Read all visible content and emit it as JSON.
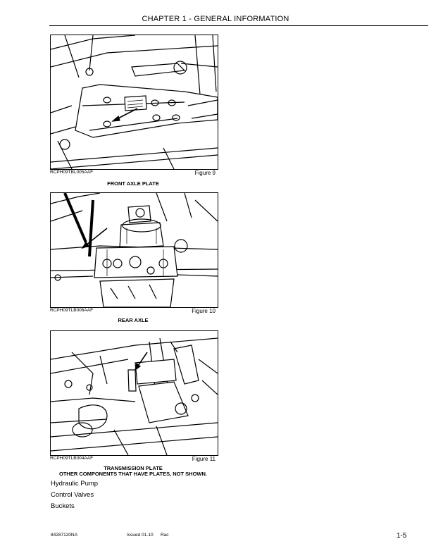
{
  "header": {
    "title": "CHAPTER 1 - GENERAL INFORMATION"
  },
  "figures": [
    {
      "code": "RCPH09TBL005AAF",
      "number": "Figure 9",
      "caption": "FRONT AXLE PLATE"
    },
    {
      "code": "RCPH09TLB006AAF",
      "number": "Figure 10",
      "caption": "REAR AXLE"
    },
    {
      "code": "RCPH09TLB004AAF",
      "number": "Figure 11",
      "caption": "TRANSMISSION PLATE",
      "caption2": "OTHER COMPONENTS THAT HAVE PLATES, NOT SHOWN."
    }
  ],
  "list": [
    "Hydraulic Pump",
    "Control Valves",
    "Buckets"
  ],
  "footer": {
    "doc_number": "84287120NA",
    "issue": "Issued 01-10",
    "rac": "Rac",
    "page": "1-5"
  }
}
